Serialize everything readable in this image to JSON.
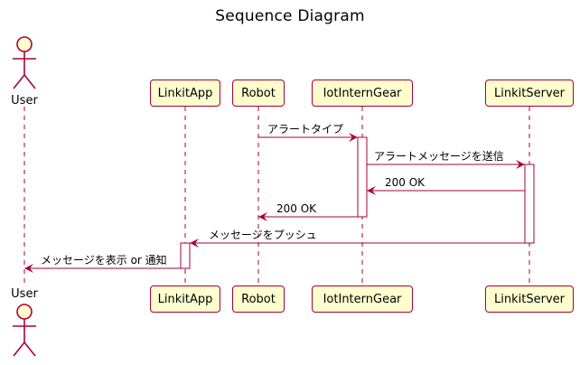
{
  "title": "Sequence Diagram",
  "participants": {
    "user": "User",
    "linkitapp": "LinkitApp",
    "robot": "Robot",
    "iotinterngear": "IotInternGear",
    "linkitserver": "LinkitServer"
  },
  "messages": {
    "m1": "アラートタイプ",
    "m2": "アラートメッセージを送信",
    "m3": "200 OK",
    "m4": "200 OK",
    "m5": "メッセージをプッシュ",
    "m6": "メッセージを表示 or 通知"
  },
  "colors": {
    "box_fill": "#fefece",
    "border": "#a80036",
    "activation_fill": "#ffffff"
  }
}
